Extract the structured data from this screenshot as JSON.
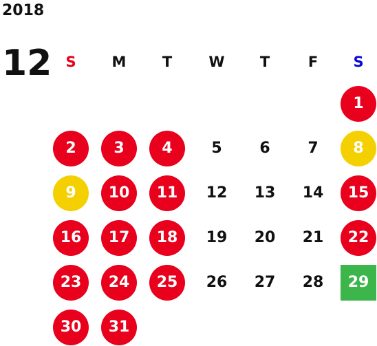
{
  "calendar": {
    "year": "2018",
    "month": "12",
    "weekdays": [
      {
        "label": "S",
        "color": "#e8001c"
      },
      {
        "label": "M",
        "color": "#111111"
      },
      {
        "label": "T",
        "color": "#111111"
      },
      {
        "label": "W",
        "color": "#111111"
      },
      {
        "label": "T",
        "color": "#111111"
      },
      {
        "label": "F",
        "color": "#111111"
      },
      {
        "label": "S",
        "color": "#0a0ad6"
      }
    ],
    "first_weekday_index": 6,
    "days": [
      {
        "label": "1",
        "style": "holiday"
      },
      {
        "label": "2",
        "style": "holiday"
      },
      {
        "label": "3",
        "style": "holiday"
      },
      {
        "label": "4",
        "style": "holiday"
      },
      {
        "label": "5",
        "style": "normal"
      },
      {
        "label": "6",
        "style": "normal"
      },
      {
        "label": "7",
        "style": "normal"
      },
      {
        "label": "8",
        "style": "special"
      },
      {
        "label": "9",
        "style": "special"
      },
      {
        "label": "10",
        "style": "holiday"
      },
      {
        "label": "11",
        "style": "holiday"
      },
      {
        "label": "12",
        "style": "normal"
      },
      {
        "label": "13",
        "style": "normal"
      },
      {
        "label": "14",
        "style": "normal"
      },
      {
        "label": "15",
        "style": "holiday"
      },
      {
        "label": "16",
        "style": "holiday"
      },
      {
        "label": "17",
        "style": "holiday"
      },
      {
        "label": "18",
        "style": "holiday"
      },
      {
        "label": "19",
        "style": "normal"
      },
      {
        "label": "20",
        "style": "normal"
      },
      {
        "label": "21",
        "style": "normal"
      },
      {
        "label": "22",
        "style": "holiday"
      },
      {
        "label": "23",
        "style": "holiday"
      },
      {
        "label": "24",
        "style": "holiday"
      },
      {
        "label": "25",
        "style": "holiday"
      },
      {
        "label": "26",
        "style": "normal"
      },
      {
        "label": "27",
        "style": "normal"
      },
      {
        "label": "28",
        "style": "normal"
      },
      {
        "label": "29",
        "style": "today"
      },
      {
        "label": "30",
        "style": "holiday"
      },
      {
        "label": "31",
        "style": "holiday"
      }
    ]
  },
  "colors": {
    "holiday": "#e8001c",
    "special": "#f5d000",
    "today": "#3cb54a",
    "text": "#111111",
    "sunday": "#e8001c",
    "saturday": "#0a0ad6"
  }
}
